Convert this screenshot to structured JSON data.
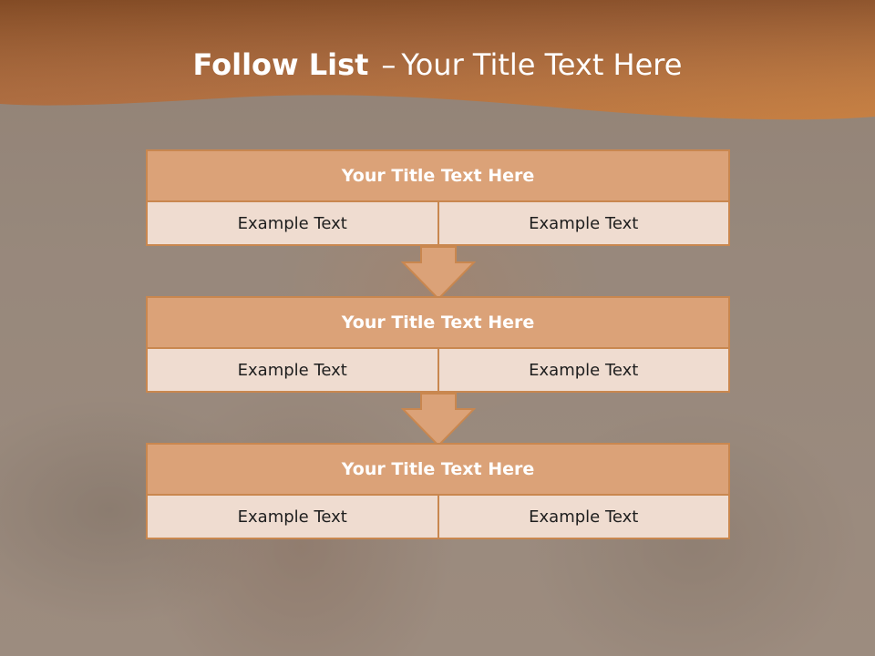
{
  "slide": {
    "title_bold": "Follow List",
    "title_sep": "–",
    "title_rest": "Your Title Text Here"
  },
  "steps": [
    {
      "title": "Your Title Text Here",
      "left": "Example Text",
      "right": "Example Text"
    },
    {
      "title": "Your Title Text Here",
      "left": "Example Text",
      "right": "Example Text"
    },
    {
      "title": "Your Title Text Here",
      "left": "Example Text",
      "right": "Example Text"
    }
  ],
  "colors": {
    "banner": "#b5703a",
    "header_fill": "#dba278",
    "border": "#c9874f",
    "cell_fill": "#efdcd0"
  },
  "icons": [
    "down-arrow-icon",
    "down-arrow-icon"
  ]
}
